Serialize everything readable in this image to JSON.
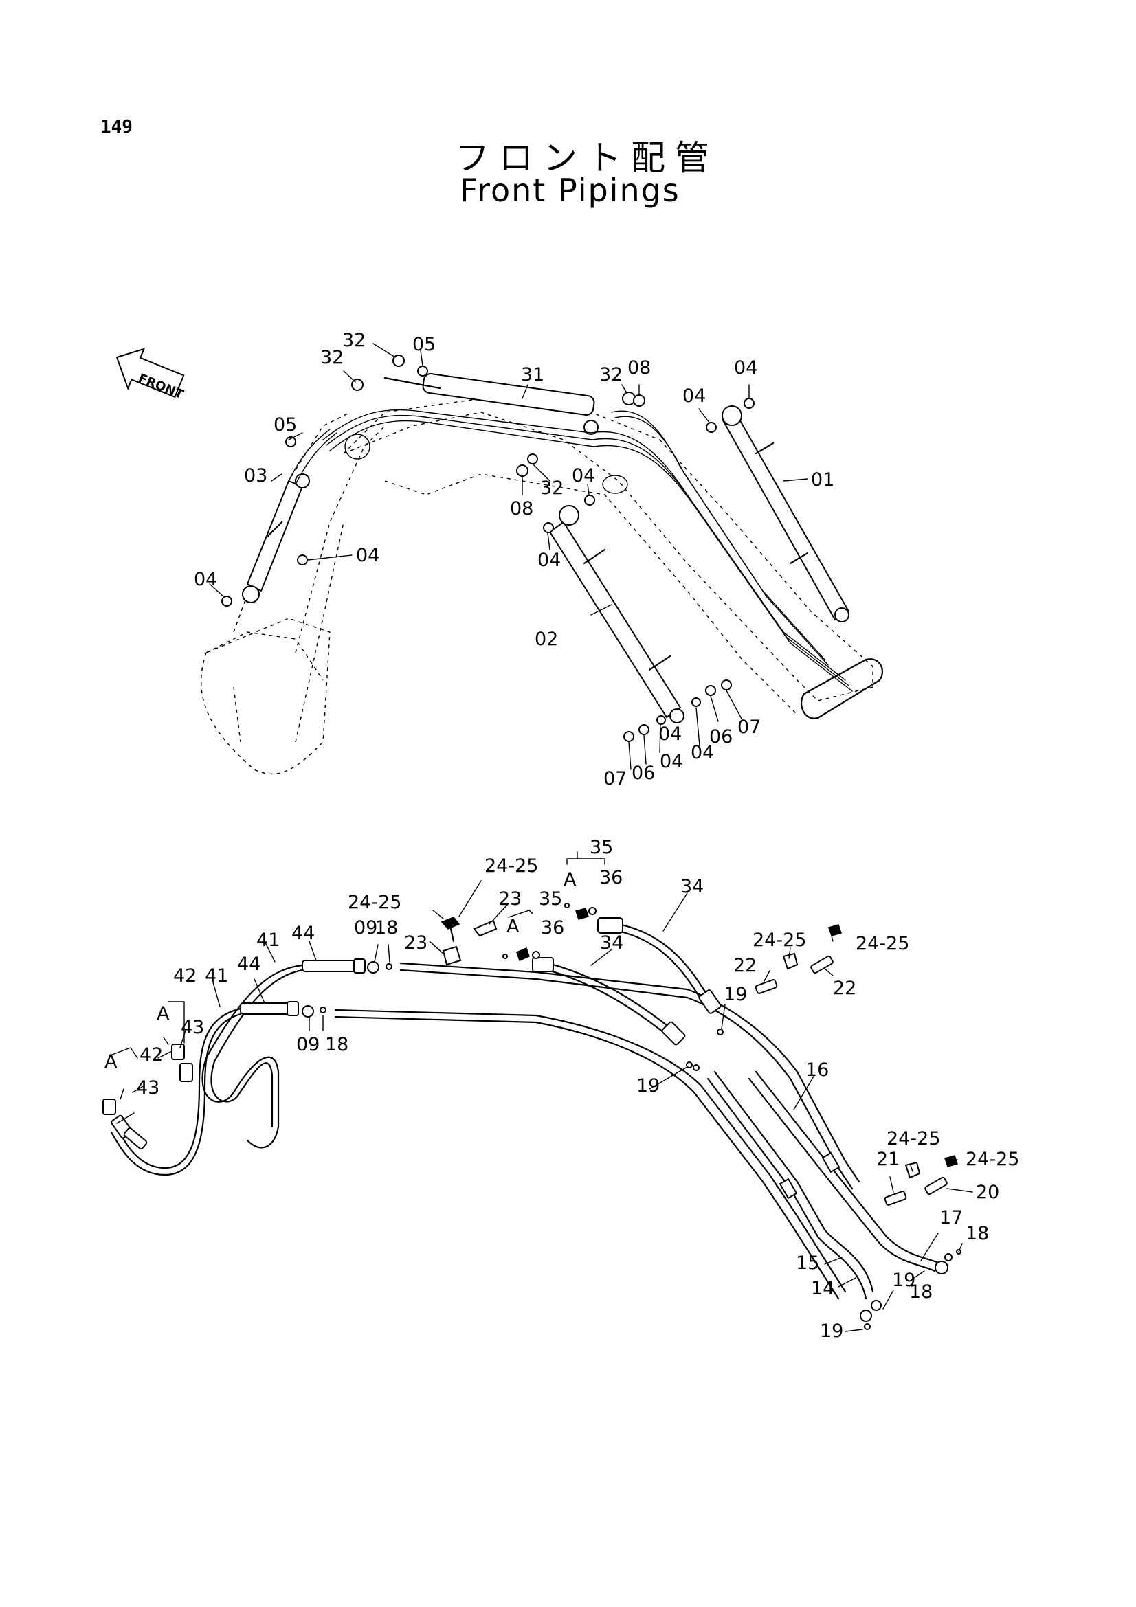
{
  "page_number": "149",
  "title_jp": "フロント配管",
  "title_en": "Front Pipings",
  "front_badge": "FRONT",
  "top_labels": [
    "32",
    "32",
    "05",
    "31",
    "32",
    "08",
    "04",
    "04",
    "05",
    "03",
    "08",
    "32",
    "04",
    "01",
    "04",
    "04",
    "04",
    "02",
    "07",
    "06",
    "04",
    "04",
    "07",
    "06",
    "04"
  ],
  "bottom_labels": [
    "35",
    "A",
    "36",
    "24-25",
    "34",
    "24-25",
    "23",
    "35",
    "A",
    "36",
    "41",
    "44",
    "09",
    "18",
    "23",
    "34",
    "24-25",
    "24-25",
    "22",
    "22",
    "42",
    "41",
    "44",
    "A",
    "43",
    "19",
    "A",
    "42",
    "09",
    "18",
    "43",
    "19",
    "16",
    "24-25",
    "21",
    "24-25",
    "20",
    "17",
    "18",
    "15",
    "19",
    "18",
    "14",
    "19"
  ]
}
